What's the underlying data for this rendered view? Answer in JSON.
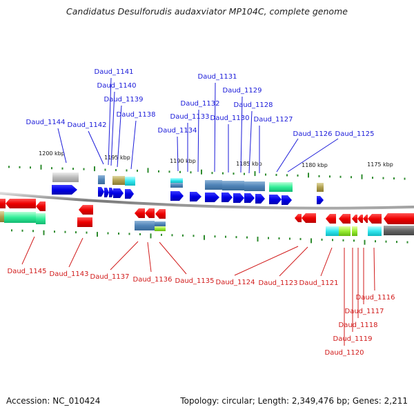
{
  "title": "Candidatus Desulforudis audaxviator MP104C, complete genome",
  "footer": {
    "accession": "Accession: NC_010424",
    "topology": "Topology: circular; Length: 2,349,476 bp; Genes: 2,211"
  },
  "colors": {
    "forward_label": "#1a1ad9",
    "reverse_label": "#d11a1a",
    "tick": "#2e8b2e"
  },
  "kbp_ticks": [
    "1200 kbp",
    "1195 kbp",
    "1190 kbp",
    "1185 kbp",
    "1180 kbp",
    "1175 kbp"
  ],
  "forward_genes": [
    "Daud_1144",
    "Daud_1142",
    "Daud_1141",
    "Daud_1140",
    "Daud_1139",
    "Daud_1138",
    "Daud_1134",
    "Daud_1133",
    "Daud_1132",
    "Daud_1131",
    "Daud_1130",
    "Daud_1129",
    "Daud_1128",
    "Daud_1127",
    "Daud_1126",
    "Daud_1125"
  ],
  "reverse_genes": [
    "Daud_1145",
    "Daud_1143",
    "Daud_1137",
    "Daud_1136",
    "Daud_1135",
    "Daud_1124",
    "Daud_1123",
    "Daud_1121",
    "Daud_1116",
    "Daud_1117",
    "Daud_1118",
    "Daud_1119",
    "Daud_1120"
  ]
}
